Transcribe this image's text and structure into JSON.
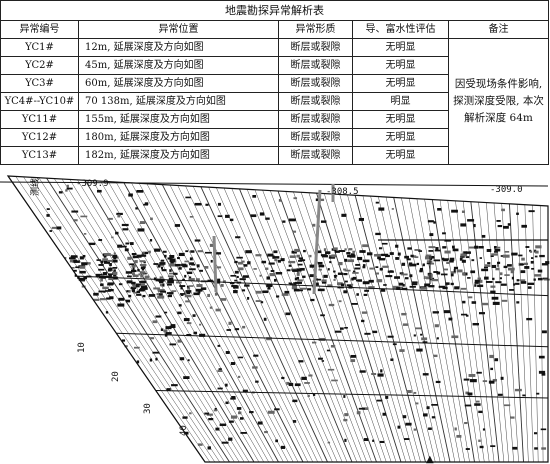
{
  "table": {
    "title": "地震勘探异常解析表",
    "headers": [
      "异常编号",
      "异常位置",
      "异常形质",
      "导、富水性评估",
      "备注"
    ],
    "rows": [
      {
        "id": "YC1#",
        "location": "12m, 延展深度及方向如图",
        "nature": "断层或裂隙",
        "assessment": "无明显"
      },
      {
        "id": "YC2#",
        "location": "45m, 延展深度及方向如图",
        "nature": "断层或裂隙",
        "assessment": "无明显"
      },
      {
        "id": "YC3#",
        "location": "60m, 延展深度及方向如图",
        "nature": "断层或裂隙",
        "assessment": "无明显"
      },
      {
        "id": "YC4#--YC10#",
        "location": "70 138m, 延展深度及方向如图",
        "nature": "断层或裂隙",
        "assessment": "明显"
      },
      {
        "id": "YC11#",
        "location": "155m, 延展深度及方向如图",
        "nature": "断层或裂隙",
        "assessment": "无明显"
      },
      {
        "id": "YC12#",
        "location": "180m, 延展深度及方向如图",
        "nature": "断层或裂隙",
        "assessment": "无明显"
      },
      {
        "id": "YC13#",
        "location": "182m, 延展深度及方向如图",
        "nature": "断层或裂隙",
        "assessment": "无明显"
      }
    ],
    "note": "因受现场条件影响, 探测深度受限, 本次解析深度 64m"
  },
  "profile": {
    "top_left_label": "-309.9",
    "top_mid_label": "-308.5",
    "top_right_label": "-309.0",
    "side_label": "测线",
    "depth_labels": [
      "10",
      "20",
      "30",
      "40"
    ]
  }
}
